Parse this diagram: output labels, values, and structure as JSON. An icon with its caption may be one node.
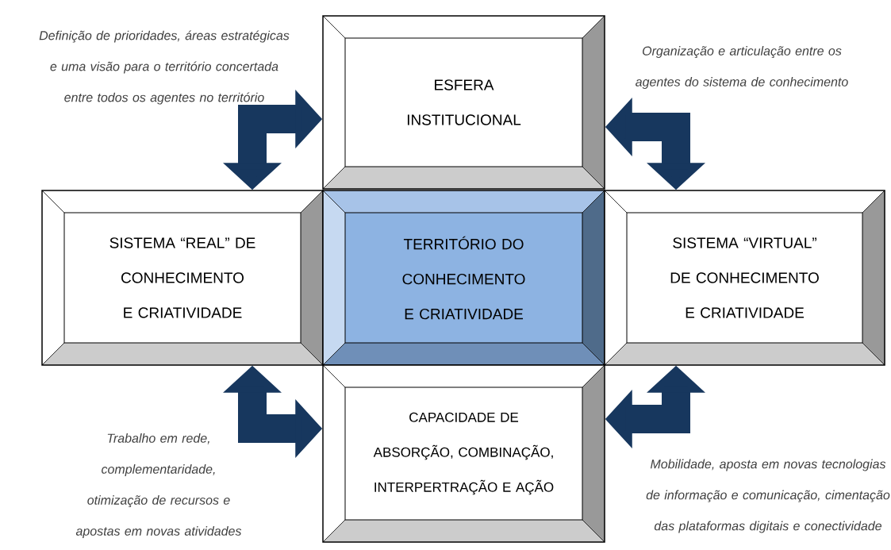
{
  "diagram": {
    "nodes": [
      {
        "text": [
          "ESFERA INSTITUCIONAL"
        ]
      },
      {
        "text": [
          "SISTEMA “REAL” DE CONHECIMENTO E CRIATIVIDADE"
        ]
      },
      {
        "text": [
          "TERRITÓRIO DO CONHECIMENTO E CRIATIVIDADE"
        ]
      },
      {
        "text": [
          "SISTEMA “VIRTUAL” DE CONHECIMENTO E CRIATIVIDADE"
        ]
      },
      {
        "text": [
          "CAPACIDADE DE ABSORÇÃO, COMBINAÇÃO, INTERPERTRAÇÃO E AÇÃO"
        ]
      }
    ],
    "edges": [
      {
        "from": 1,
        "to": 0,
        "arrow": "both"
      },
      {
        "from": 0,
        "to": 3,
        "arrow": "both"
      },
      {
        "from": 1,
        "to": 4,
        "arrow": "both"
      },
      {
        "from": 3,
        "to": 4,
        "arrow": "both"
      }
    ],
    "labels": [
      "Definição de prioridades, áreas estratégicas e uma visão para o território concertada entre todos os agentes no território",
      "Organização e articulação entre os agentes do sistema de conhecimento",
      "Trabalho em rede, complementaridade, otimização de recursos e apostas em novas atividades",
      "Mobilidade, aposta em novas tecnologias de informação e comunicação, cimentação das plataformas digitais e conectividade"
    ]
  }
}
